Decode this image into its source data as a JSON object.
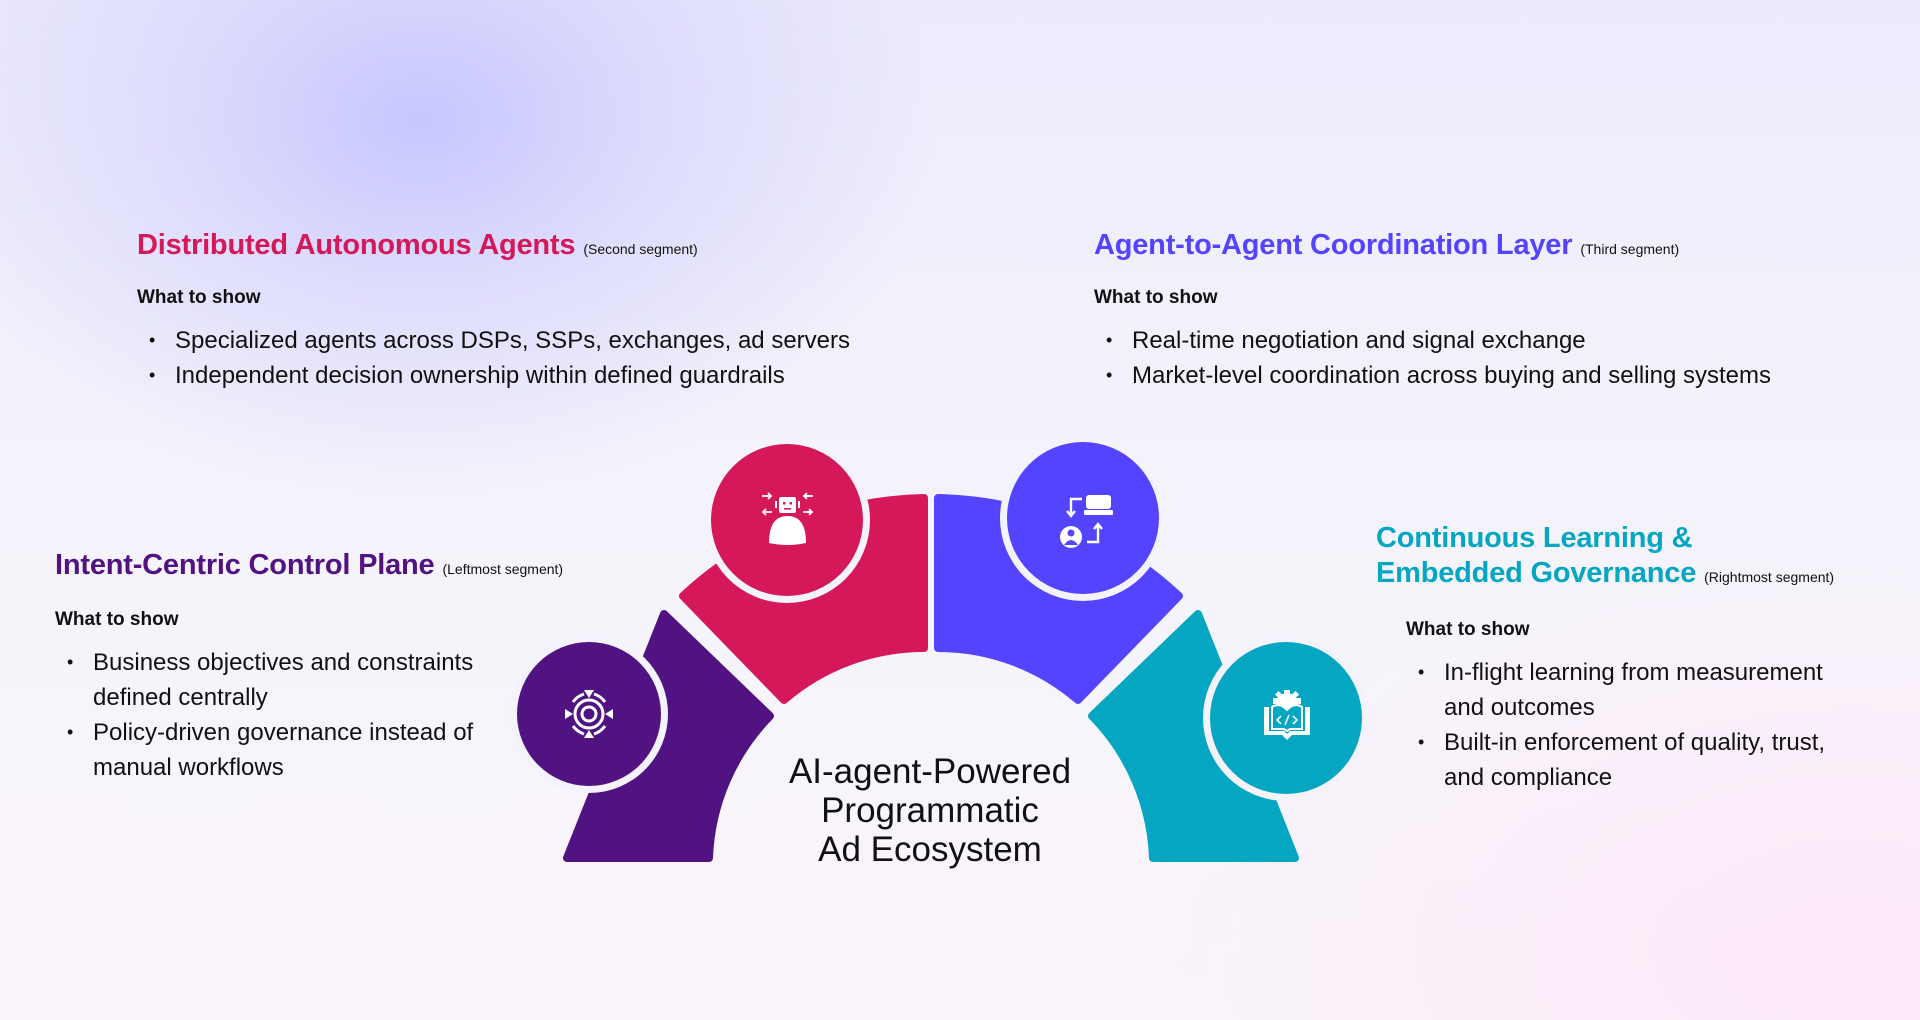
{
  "diagram": {
    "center_title_lines": [
      "AI-agent-Powered",
      "Programmatic",
      "Ad Ecosystem"
    ],
    "segments": [
      {
        "id": "leftmost",
        "color": "#521382",
        "icon": "target-arrows-icon",
        "heading": "Intent-Centric Control Plane",
        "note": "(Leftmost segment)",
        "subheading": "What to show",
        "bullets": [
          "Business objectives and constraints defined centrally",
          "Policy-driven governance instead of manual workflows"
        ]
      },
      {
        "id": "second",
        "color": "#D4185A",
        "icon": "robot-agent-icon",
        "heading": "Distributed Autonomous Agents",
        "note": "(Second segment)",
        "subheading": "What to show",
        "bullets": [
          "Specialized agents across DSPs, SSPs, exchanges, ad servers",
          "Independent decision ownership within defined guardrails"
        ]
      },
      {
        "id": "third",
        "color": "#5544FF",
        "icon": "user-exchange-icon",
        "heading": "Agent-to-Agent Coordination Layer",
        "note": "(Third segment)",
        "subheading": "What to show",
        "bullets": [
          "Real-time negotiation and signal exchange",
          "Market-level coordination across buying and selling systems"
        ]
      },
      {
        "id": "rightmost",
        "color": "#05A6C1",
        "icon": "code-book-gear-icon",
        "heading_lines": [
          "Continuous Learning &",
          "Embedded Governance"
        ],
        "note": "(Rightmost segment)",
        "subheading": "What to show",
        "bullets": [
          "In-flight learning from measurement and outcomes",
          "Built-in enforcement of quality, trust, and compliance"
        ]
      }
    ]
  }
}
